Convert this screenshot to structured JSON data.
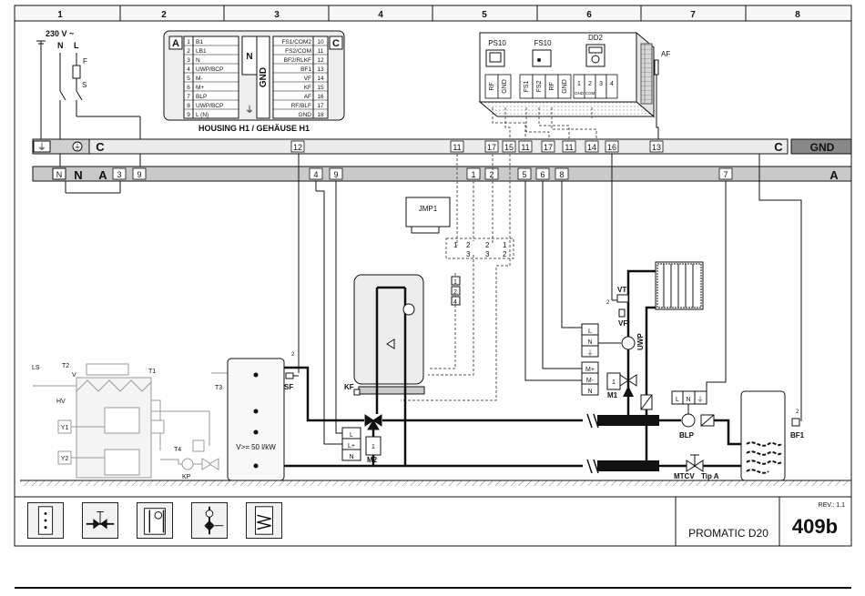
{
  "columns": [
    "1",
    "2",
    "3",
    "4",
    "5",
    "6",
    "7",
    "8"
  ],
  "supply": {
    "voltage": "230 V ~",
    "n": "N",
    "l": "L",
    "fuse": "F",
    "switch": "S"
  },
  "housing": {
    "a_label": "A",
    "c_label": "C",
    "n_label": "N",
    "gnd_label": "GND",
    "title": "HOUSING H1 / GEHÄUSE H1",
    "a_terminals": [
      {
        "num": "1",
        "name": "B1"
      },
      {
        "num": "2",
        "name": "LB1"
      },
      {
        "num": "3",
        "name": "N"
      },
      {
        "num": "4",
        "name": "UWP/BCP"
      },
      {
        "num": "5",
        "name": "M-"
      },
      {
        "num": "6",
        "name": "M+"
      },
      {
        "num": "7",
        "name": "BLP"
      },
      {
        "num": "8",
        "name": "UWP/BCP"
      },
      {
        "num": "9",
        "name": "L (N)"
      }
    ],
    "c_terminals": [
      {
        "num": "10",
        "name": "FS1/COM2"
      },
      {
        "num": "11",
        "name": "FS2/COM"
      },
      {
        "num": "12",
        "name": "BF2/RLKF"
      },
      {
        "num": "13",
        "name": "BF1"
      },
      {
        "num": "14",
        "name": "VF"
      },
      {
        "num": "15",
        "name": "KF"
      },
      {
        "num": "16",
        "name": "AF"
      },
      {
        "num": "17",
        "name": "RF/BLF"
      },
      {
        "num": "18",
        "name": "GND"
      }
    ]
  },
  "room_units": {
    "ps10": "PS10",
    "fs10": "FS10",
    "dd2": "DD2",
    "af": "AF",
    "ps10_pins": [
      "RF",
      "GND"
    ],
    "fs10_pins": [
      "FS1",
      "FS2",
      "RF",
      "GND"
    ],
    "dd2_pins": [
      "1",
      "2",
      "3",
      "4"
    ],
    "dd2_sub": [
      "GND",
      "COM"
    ]
  },
  "bus_c": {
    "label": "C",
    "terminals": [
      "12",
      "11",
      "17",
      "15",
      "11",
      "17",
      "11",
      "14",
      "16",
      "13"
    ],
    "end_label": "C",
    "gnd": "GND"
  },
  "bus_a": {
    "n_small": "N",
    "n_big": "N",
    "label": "A",
    "terminals": [
      "3",
      "9",
      "4",
      "9",
      "1",
      "2",
      "5",
      "6",
      "8",
      "7"
    ],
    "end_label": "A"
  },
  "jumper": {
    "title": "JMP1",
    "nums": [
      "1",
      "2",
      "2",
      "1",
      "3",
      "3",
      "2"
    ],
    "stack": [
      "1",
      "2",
      "4"
    ]
  },
  "components": {
    "ls": "LS",
    "t2": "T2",
    "t1": "T1",
    "v": "V",
    "hv": "HV",
    "y1": "Y1",
    "y2": "Y2",
    "t3": "T3",
    "t4": "T4",
    "kp": "KP",
    "sf": "SF",
    "tank": "V>= 50 l/kW",
    "kf": "KF",
    "m2": "M2",
    "m1": "M1",
    "vt": "VT",
    "vf": "VF",
    "uwp": "UWP",
    "blp": "BLP",
    "bf1": "BF1",
    "mtcv": "MTCV",
    "tipa": "Tip A",
    "two": "2",
    "m2_terms": [
      "L",
      "L+",
      "N"
    ],
    "m1_terms": [
      "M+",
      "M-",
      "N"
    ],
    "uwp_terms": [
      "L",
      "N",
      "⏚"
    ],
    "blp_terms": [
      "L",
      "N",
      "⏚"
    ],
    "mini": "1"
  },
  "footer": {
    "product": "PROMATIC D20",
    "rev": "REV.: 1.1",
    "code": "409b",
    "icons": [
      "terminal-strip-icon",
      "mixing-valve-icon",
      "boiler-pump-icon",
      "pump-valve-icon",
      "dhw-tank-icon"
    ]
  }
}
